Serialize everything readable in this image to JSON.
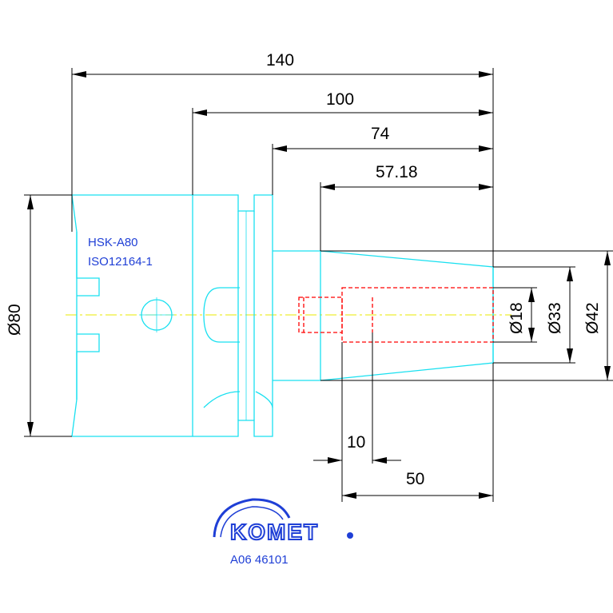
{
  "dimensions": {
    "d140": "140",
    "d100": "100",
    "d74": "74",
    "d5718": "57.18",
    "dia80": "Ø80",
    "dia18": "Ø18",
    "dia33": "Ø33",
    "dia42": "Ø42",
    "d10": "10",
    "d50": "50"
  },
  "labels": {
    "hsk": "HSK-A80",
    "iso": "ISO12164-1",
    "brand": "KOMET",
    "part_number": "A06 46101"
  },
  "colors": {
    "outline": "#19e0f0",
    "hidden_lines": "#ff0000",
    "center_line": "#e8e800",
    "brand_blue": "#1f3fd6"
  }
}
